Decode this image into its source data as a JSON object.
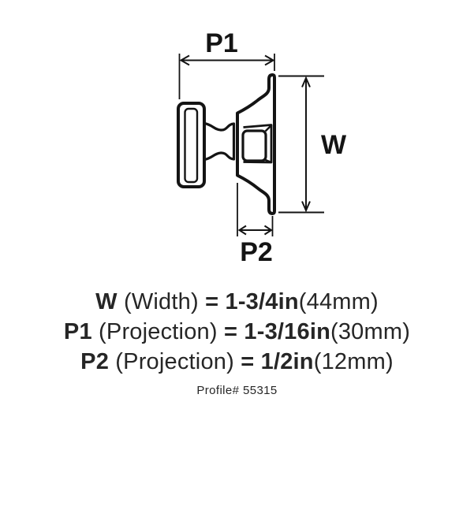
{
  "colors": {
    "line": "#141414",
    "text": "#262626"
  },
  "diagram": {
    "labels": {
      "p1": "P1",
      "w": "W",
      "p2": "P2"
    }
  },
  "specs": [
    {
      "code": "W",
      "name": "(Width)",
      "eq": "=",
      "value": "1-3/4in",
      "metric": "(44mm)"
    },
    {
      "code": "P1",
      "name": "(Projection)",
      "eq": "=",
      "value": "1-3/16in",
      "metric": "(30mm)"
    },
    {
      "code": "P2",
      "name": "(Projection)",
      "eq": "=",
      "value": "1/2in",
      "metric": "(12mm)"
    }
  ],
  "profile_label": "Profile# 55315"
}
